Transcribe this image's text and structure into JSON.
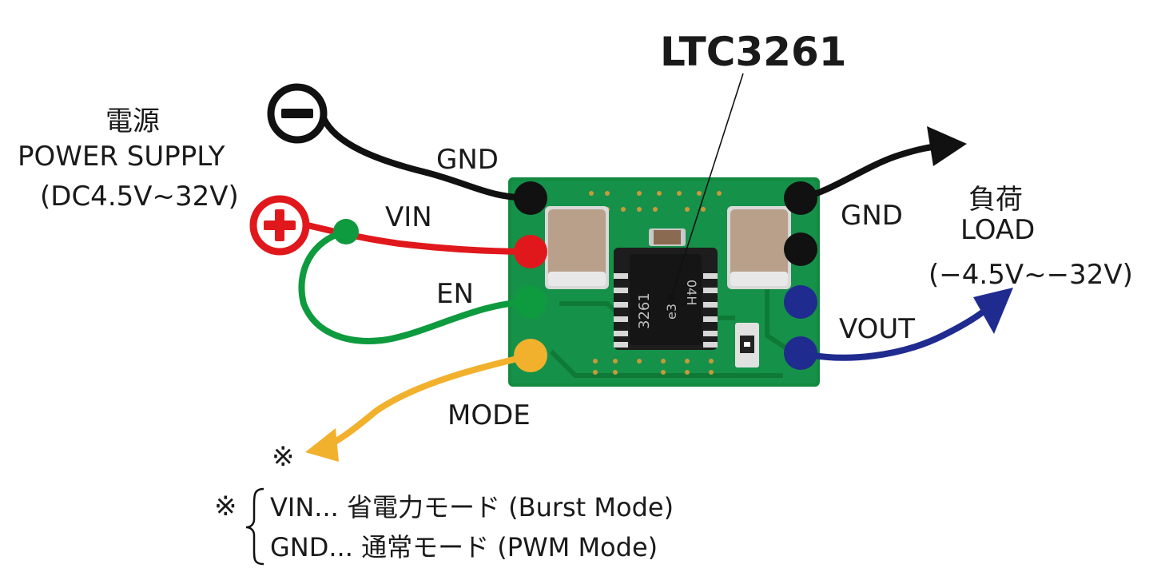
{
  "chip_name": "LTC3261",
  "chip_marking": [
    "3261",
    "04H",
    "e3"
  ],
  "power_supply": {
    "jp": "電源",
    "en": "POWER SUPPLY",
    "range": "(DC4.5V~32V)",
    "neg_symbol": "−",
    "pos_symbol": "+"
  },
  "pins_left": {
    "gnd": "GND",
    "vin": "VIN",
    "en": "EN",
    "mode": "MODE"
  },
  "pins_right": {
    "gnd": "GND",
    "vout": "VOUT"
  },
  "load": {
    "jp": "負荷",
    "en": "LOAD",
    "range": "(−4.5V~−32V)"
  },
  "note": {
    "mark": "※",
    "ref_mark": "※",
    "line1": "VIN... 省電力モード (Burst Mode)",
    "line2": "GND... 通常モード (PWM Mode)"
  },
  "colors": {
    "wire_gnd": "#111111",
    "wire_vin": "#e0181c",
    "wire_en": "#0e9a3e",
    "wire_mode": "#f2b12d",
    "wire_vout": "#1f2b8f",
    "pcb": "#138a3f"
  },
  "icons": [
    "minus-terminal-icon",
    "plus-terminal-icon",
    "arrow-load-gnd-icon",
    "arrow-load-vout-icon",
    "arrow-mode-icon"
  ]
}
